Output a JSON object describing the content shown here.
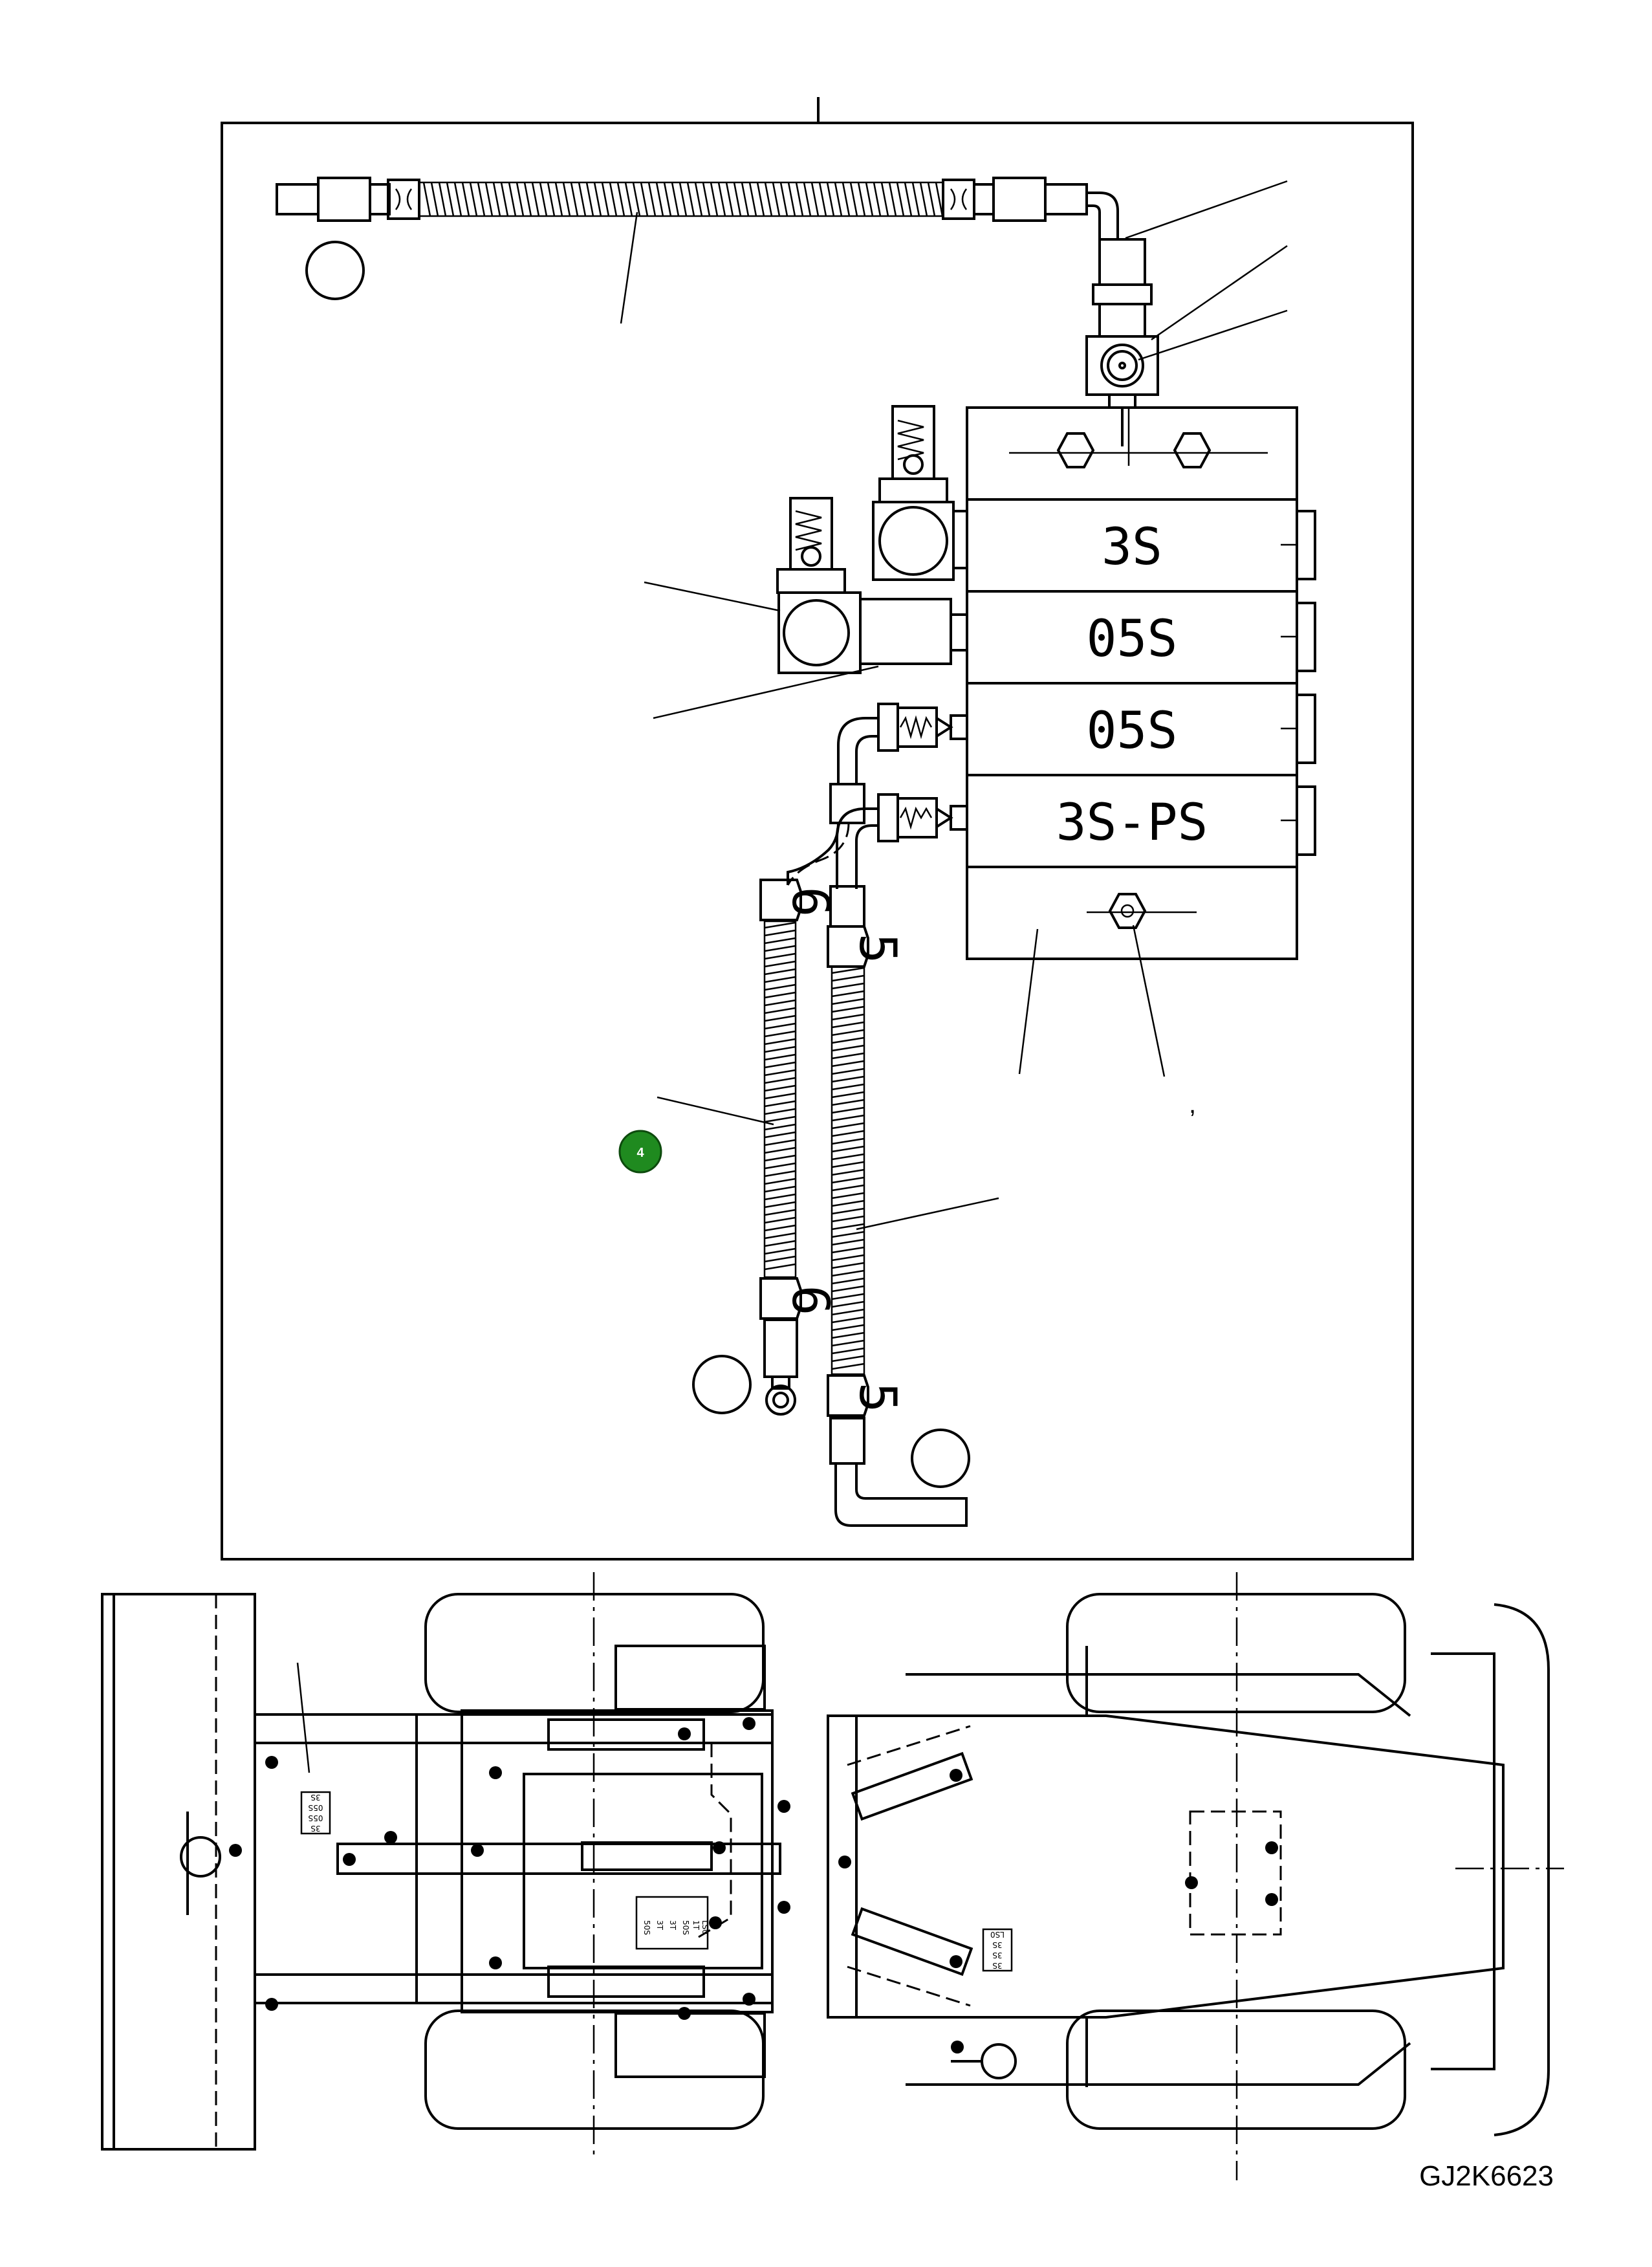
{
  "drawing_ref": "GJ2K6623",
  "highlight_callout": {
    "label": "4",
    "color": "#1f8a1f"
  },
  "manifold": {
    "section_labels": [
      "3S",
      "05S",
      "05S",
      "3S-PS"
    ]
  },
  "hose_markers": {
    "left": "6",
    "right": "5"
  },
  "mark": ",",
  "plan_view": {
    "label_stack_left": [
      "3S",
      "05S",
      "05S",
      "3S"
    ],
    "label_stack_center": [
      "50S",
      "3T",
      "3T",
      "50S",
      "1T",
      "LS0"
    ],
    "label_stack_right": [
      "LS0",
      "3S",
      "3S",
      "3S"
    ]
  }
}
